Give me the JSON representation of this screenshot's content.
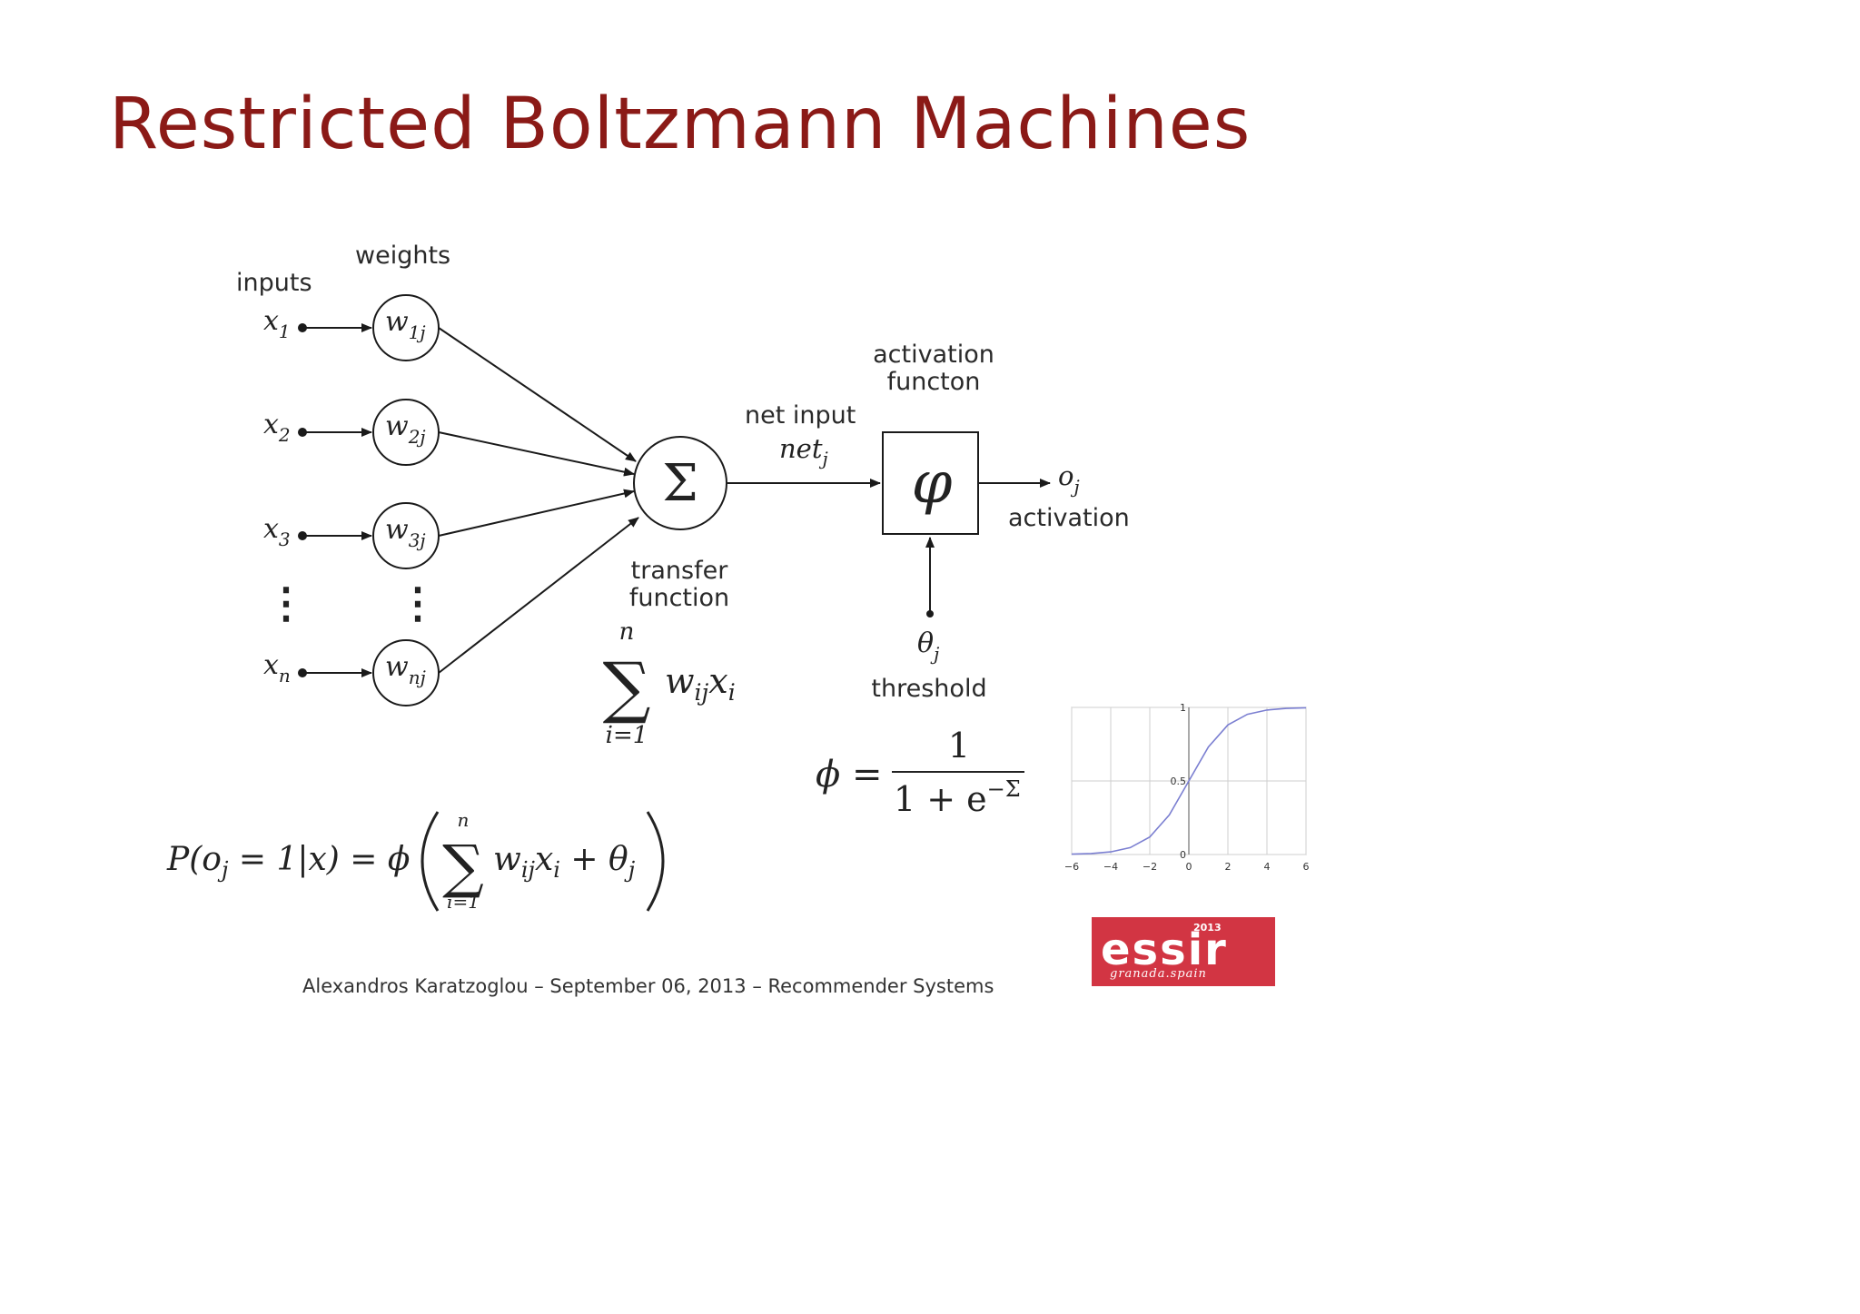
{
  "title": "Restricted Boltzmann Machines",
  "footer": "Alexandros Karatzoglou – September 06, 2013 – Recommender Systems",
  "logo": {
    "main": "essir",
    "year": "2013",
    "sub": "granada.spain",
    "color": "#d23543"
  },
  "colors": {
    "title": "#8b1a17",
    "curve": "#7b7fd1",
    "diagram": "#1a1a1a"
  },
  "diagram": {
    "inputs_label": "inputs",
    "weights_label": "weights",
    "inputs": [
      {
        "base": "x",
        "sub": "1"
      },
      {
        "base": "x",
        "sub": "2"
      },
      {
        "base": "x",
        "sub": "3"
      },
      {
        "base": "x",
        "sub": "n"
      }
    ],
    "weights": [
      {
        "base": "w",
        "sub": "1j"
      },
      {
        "base": "w",
        "sub": "2j"
      },
      {
        "base": "w",
        "sub": "3j"
      },
      {
        "base": "w",
        "sub": "nj"
      }
    ],
    "ellipsis": "⋮",
    "sum_symbol": "Σ",
    "net_input_label": "net input",
    "net_var": {
      "base": "net",
      "sub": "j"
    },
    "activation_function_label": [
      "activation",
      "functon"
    ],
    "phi_symbol": "φ",
    "output_var": {
      "base": "o",
      "sub": "j"
    },
    "activation_label": "activation",
    "transfer_function_label": [
      "transfer",
      "function"
    ],
    "theta_var": {
      "base": "θ",
      "sub": "j"
    },
    "threshold_label": "threshold"
  },
  "formulas": {
    "transfer_sum": {
      "sigma": "∑",
      "upper": "n",
      "lower": "i=1",
      "body_w": "w",
      "body_w_sub": "ij",
      "body_x": "x",
      "body_x_sub": "i"
    },
    "sigmoid": {
      "lhs": "ϕ =",
      "numerator": "1",
      "denominator": "1 + e",
      "exponent": "−Σ"
    },
    "probability": {
      "lhs_a": "P(o",
      "lhs_a_sub": "j",
      "lhs_b": " = 1|x) = ϕ",
      "sigma": "∑",
      "upper": "n",
      "lower": "i=1",
      "body_w": "w",
      "body_w_sub": "ij",
      "body_x": "x",
      "body_x_sub": "i",
      "plus": " + θ",
      "plus_sub": "j"
    }
  },
  "chart_data": {
    "type": "line",
    "function": "sigmoid 1/(1+e^-x)",
    "xlim": [
      -6,
      6
    ],
    "ylim": [
      0,
      1
    ],
    "x_ticks": [
      "−6",
      "−4",
      "−2",
      "0",
      "2",
      "4",
      "6"
    ],
    "y_ticks": [
      "0",
      "0.5",
      "1"
    ],
    "grid": true,
    "series": [
      {
        "x": [
          -6,
          -5,
          -4,
          -3,
          -2,
          -1,
          0,
          1,
          2,
          3,
          4,
          5,
          6
        ],
        "y": [
          0.0025,
          0.0067,
          0.018,
          0.047,
          0.119,
          0.269,
          0.5,
          0.731,
          0.881,
          0.953,
          0.982,
          0.9933,
          0.9975
        ]
      }
    ]
  }
}
